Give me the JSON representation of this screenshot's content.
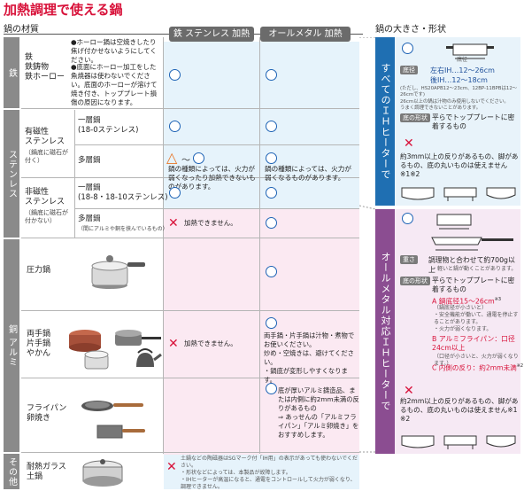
{
  "page_title": "加熱調理で使える鍋",
  "material_heading": "鍋の材質",
  "columns": {
    "stainless": "鉄 ステンレス 加熱",
    "allmetal": "オールメタル 加熱"
  },
  "groups": {
    "iron": "鉄",
    "stainless": "ステンレス",
    "aluminum": "銅 アルミ",
    "other": "その他"
  },
  "rows": {
    "iron": {
      "name": "鉄\n鉄鋳物\n鉄ホーロー",
      "note1": "●ホーロー鍋は空焼きしたり焦げ付かせないようにしてください。",
      "note2": "●底面にホーロー加工をした魚焼器は使わないでください。底面のホーローが溶けて焼き付き、トッププレート損傷の原因になります。"
    },
    "mag_ss": {
      "name": "有磁性\nステンレス",
      "sub": "（鍋底に磁石が付く）",
      "single": "一層鍋\n(18-0ステンレス)",
      "multi": "多層鍋"
    },
    "nonmag_ss": {
      "name": "非磁性\nステンレス",
      "sub": "（鍋底に磁石が付かない）",
      "single": "一層鍋\n(18-8・18-10ステンレス)",
      "multi": "多層鍋",
      "multi_sub": "（間にアルミや銅を挟んでいるもの）"
    },
    "pressure": {
      "name": "圧力鍋"
    },
    "pots": {
      "name": "両手鍋\n片手鍋\nやかん"
    },
    "frying": {
      "name": "フライパン\n卵焼き"
    },
    "glass": {
      "name": "耐熱ガラス\n土鍋"
    }
  },
  "cells": {
    "mag_multi_stainless": "鍋の種類によっては、火力が弱くなったり加熱できないものがあります。",
    "mag_multi_allmetal": "鍋の種類によっては、火力が弱くなるものがあります。",
    "nonmag_multi_stainless": "加熱できません。",
    "alu_stainless": "加熱できません。",
    "pots_allmetal": "両手鍋・片手鍋は汁物・煮物でお使いください。\n炒め・空焼きは、避けてください。\n・鍋底が変形しやすくなります。",
    "frying_allmetal": "底が厚いアルミ鋳造品、または内側に約2mm未満の反りがあるもの\n⇒ あっせんの「アルミフライパン」「アルミ卵焼き」をおすすめします。",
    "other_note": "土鍋などの陶磁器はSGマーク付「IH用」の表示があっても使わないでください。\n・形状などによっては、本製品が故障します。\n・IHヒーターが高温になると、通電をコントロールして火力が弱くなり、調理できません。"
  },
  "shape": {
    "heading": "鍋の大きさ・形状",
    "all_heater": "すべてのＩＨヒーターで",
    "allmetal_heater": "オールメタル対応ＩＨヒーターで",
    "bottom_label": "底径",
    "bottom_text": "左右IH…12〜26cm\n後IH…12〜18cm",
    "bottom_note": "(ただし、HS20APB12〜23cm、12BP-11BPBは12〜26cmです)",
    "bottom_note2": "26cm以上の鍋は汁物のみ使用しないでください。\nうまく調理できないことがあります。",
    "bottom_shape_label": "底の形状",
    "bottom_shape_text": "平らでトッププレートに密着するもの",
    "warp_text": "約3mm以上の反りがあるもの、脚があるもの、底の丸いものは使えません※1※2",
    "weight_label": "重さ",
    "weight_text": "調理物と合わせて約700g以上",
    "weight_sub": "・軽いと鍋が動くことがあります。",
    "shape2_label": "底の形状",
    "shape2_text": "平らでトッププレートに密着するもの",
    "shape2_a": "A 鍋底径15〜26cm",
    "shape2_a_sup": "※3",
    "shape2_sub1": "（鍋底径が小さいと）",
    "shape2_sub2": "・安全機能が働いて、通電を停止することがあります。\n・火力が弱くなります。",
    "shape2_b": "B アルミフライパン：口径24cm以上",
    "shape2_b_sub": "（口径が小さいと、火力が弱くなります。）",
    "shape2_c": "C 内側の反り：約2mm未満",
    "shape2_c_sup": "※2",
    "warp2_text": "約2mm以上の反りがあるもの、脚があるもの、底の丸いものは使えません※1 ※2",
    "diagram_label": "底径"
  }
}
